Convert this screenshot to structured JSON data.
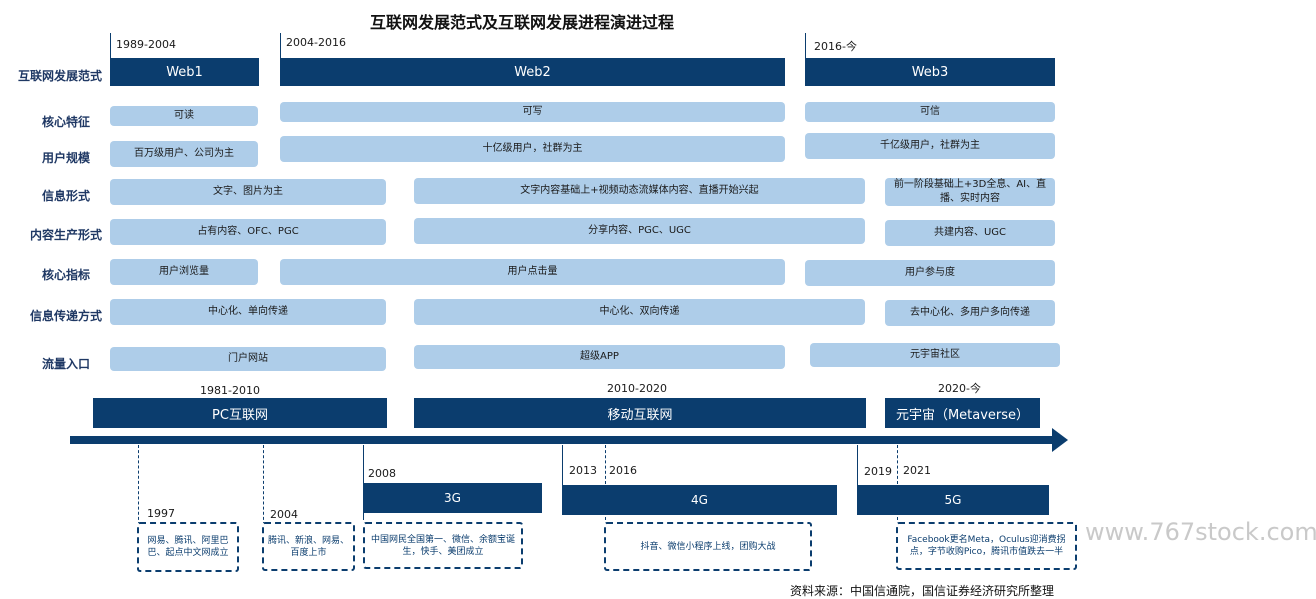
{
  "title": "互联网发展范式及互联网发展进程演进过程",
  "row_labels": [
    "互联网发展范式",
    "核心特征",
    "用户规模",
    "信息形式",
    "内容生产形式",
    "核心指标",
    "信息传递方式",
    "流量入口"
  ],
  "eras_top": [
    {
      "years": "1989-2004",
      "name": "Web1"
    },
    {
      "years": "2004-2016",
      "name": "Web2"
    },
    {
      "years": "2016-今",
      "name": "Web3"
    }
  ],
  "cells": {
    "core_feature": [
      "可读",
      "可写",
      "可信"
    ],
    "user_scale": [
      "百万级用户、公司为主",
      "十亿级用户，社群为主",
      "千亿级用户，社群为主"
    ],
    "info_form": [
      "文字、图片为主",
      "文字内容基础上+视频动态流媒体内容、直播开始兴起",
      "前一阶段基础上+3D全息、AI、直播、实时内容"
    ],
    "content_form": [
      "占有内容、OFC、PGC",
      "分享内容、PGC、UGC",
      "共建内容、UGC"
    ],
    "core_metric": [
      "用户浏览量",
      "用户点击量",
      "用户参与度"
    ],
    "transfer": [
      "中心化、单向传递",
      "中心化、双向传递",
      "去中心化、多用户多向传递"
    ],
    "traffic": [
      "门户网站",
      "超级APP",
      "元宇宙社区"
    ]
  },
  "eras_bottom": [
    {
      "years": "1981-2010",
      "name": "PC互联网"
    },
    {
      "years": "2010-2020",
      "name": "移动互联网"
    },
    {
      "years": "2020-今",
      "name": "元宇宙（Metaverse）"
    }
  ],
  "network": [
    {
      "years": "2008",
      "name": "3G"
    },
    {
      "years_a": "2013",
      "years_b": "2016",
      "name": "4G"
    },
    {
      "years_a": "2019",
      "years_b": "2021",
      "name": "5G"
    }
  ],
  "events": [
    {
      "year": "1997",
      "text": "网易、腾讯、阿里巴巴、起点中文网成立"
    },
    {
      "year": "2004",
      "text": "腾讯、新浪、网易、百度上市"
    },
    {
      "text": "中国网民全国第一、微信、余额宝诞生，快手、美团成立"
    },
    {
      "text": "抖音、微信小程序上线，团购大战"
    },
    {
      "text": "Facebook更名Meta，Oculus迎消费拐点，字节收购Pico，腾讯市值跌去一半"
    }
  ],
  "watermark": "www.767stock.com",
  "source": "资料来源：中国信通院，国信证券经济研究所整理"
}
